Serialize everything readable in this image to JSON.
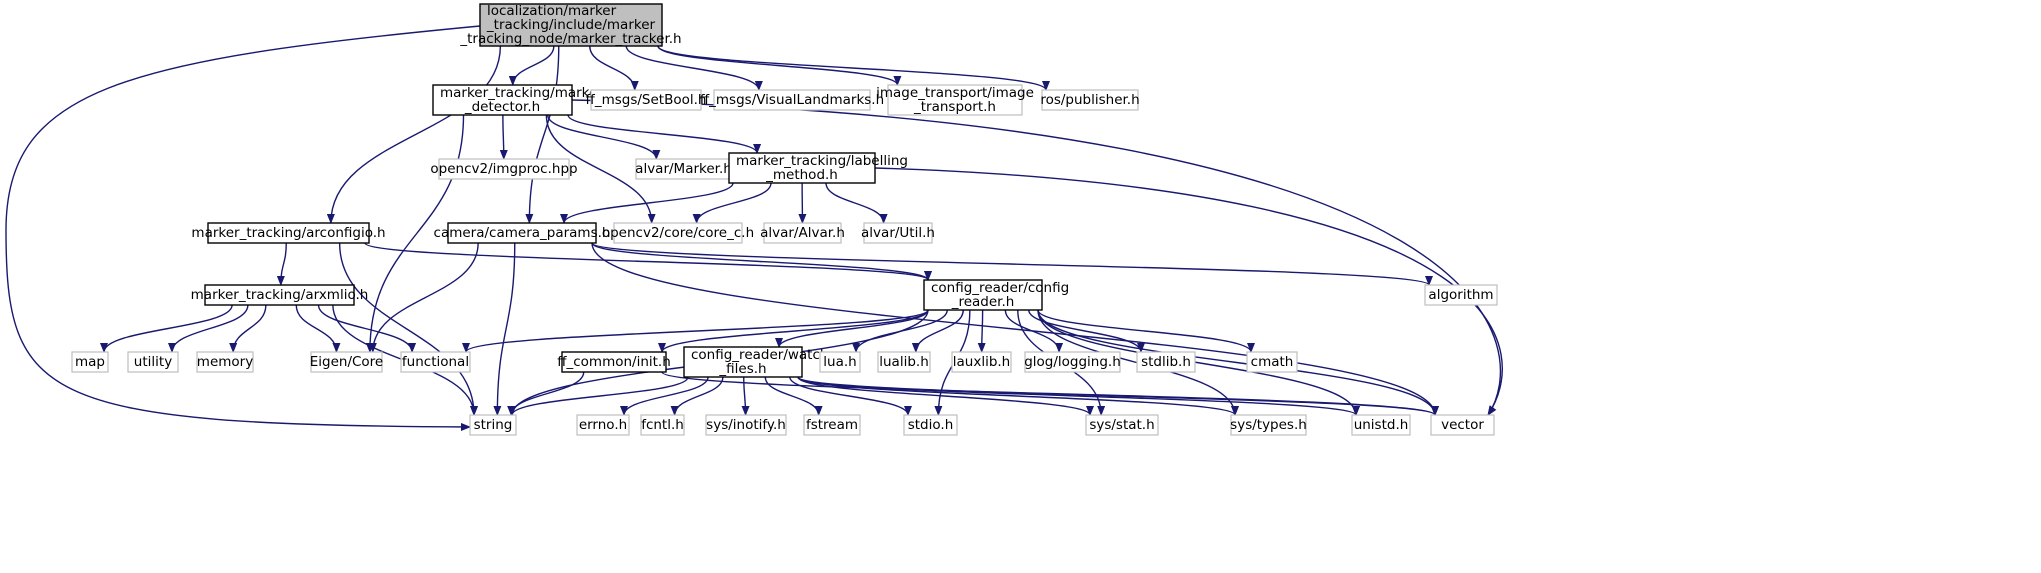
{
  "diagram": {
    "type": "include-dependency-graph",
    "nodes": [
      {
        "id": "root",
        "lines": [
          "localization/marker",
          "_tracking/include/marker",
          "_tracking_node/marker_tracker.h"
        ],
        "style": "root"
      },
      {
        "id": "detector",
        "lines": [
          "marker_tracking/marker",
          "_detector.h"
        ],
        "style": "bold"
      },
      {
        "id": "setbool",
        "lines": [
          "ff_msgs/SetBool.h"
        ],
        "style": "light"
      },
      {
        "id": "visland",
        "lines": [
          "ff_msgs/VisualLandmarks.h"
        ],
        "style": "light"
      },
      {
        "id": "imgtrans",
        "lines": [
          "image_transport/image",
          "_transport.h"
        ],
        "style": "light"
      },
      {
        "id": "rospub",
        "lines": [
          "ros/publisher.h"
        ],
        "style": "light"
      },
      {
        "id": "imgproc",
        "lines": [
          "opencv2/imgproc.hpp"
        ],
        "style": "light"
      },
      {
        "id": "marker",
        "lines": [
          "alvar/Marker.h"
        ],
        "style": "light"
      },
      {
        "id": "labelling",
        "lines": [
          "marker_tracking/labelling",
          "_method.h"
        ],
        "style": "bold"
      },
      {
        "id": "arconfigio",
        "lines": [
          "marker_tracking/arconfigio.h"
        ],
        "style": "bold"
      },
      {
        "id": "camparams",
        "lines": [
          "camera/camera_params.h"
        ],
        "style": "bold"
      },
      {
        "id": "corec",
        "lines": [
          "opencv2/core/core_c.h"
        ],
        "style": "light"
      },
      {
        "id": "alvar",
        "lines": [
          "alvar/Alvar.h"
        ],
        "style": "light"
      },
      {
        "id": "util",
        "lines": [
          "alvar/Util.h"
        ],
        "style": "light"
      },
      {
        "id": "algorithm",
        "lines": [
          "algorithm"
        ],
        "style": "light"
      },
      {
        "id": "arxmlio",
        "lines": [
          "marker_tracking/arxmlio.h"
        ],
        "style": "bold"
      },
      {
        "id": "configreader",
        "lines": [
          "config_reader/config",
          "_reader.h"
        ],
        "style": "bold"
      },
      {
        "id": "map",
        "lines": [
          "map"
        ],
        "style": "light"
      },
      {
        "id": "utility",
        "lines": [
          "utility"
        ],
        "style": "light"
      },
      {
        "id": "memory",
        "lines": [
          "memory"
        ],
        "style": "light"
      },
      {
        "id": "eigen",
        "lines": [
          "Eigen/Core"
        ],
        "style": "light"
      },
      {
        "id": "functional",
        "lines": [
          "functional"
        ],
        "style": "light"
      },
      {
        "id": "ffinit",
        "lines": [
          "ff_common/init.h"
        ],
        "style": "bold"
      },
      {
        "id": "watch",
        "lines": [
          "config_reader/watch",
          "_files.h"
        ],
        "style": "bold"
      },
      {
        "id": "lua",
        "lines": [
          "lua.h"
        ],
        "style": "light"
      },
      {
        "id": "lualib",
        "lines": [
          "lualib.h"
        ],
        "style": "light"
      },
      {
        "id": "lauxlib",
        "lines": [
          "lauxlib.h"
        ],
        "style": "light"
      },
      {
        "id": "glog",
        "lines": [
          "glog/logging.h"
        ],
        "style": "light"
      },
      {
        "id": "stdlib",
        "lines": [
          "stdlib.h"
        ],
        "style": "light"
      },
      {
        "id": "cmath",
        "lines": [
          "cmath"
        ],
        "style": "light"
      },
      {
        "id": "string",
        "lines": [
          "string"
        ],
        "style": "light"
      },
      {
        "id": "errno",
        "lines": [
          "errno.h"
        ],
        "style": "light"
      },
      {
        "id": "fcntl",
        "lines": [
          "fcntl.h"
        ],
        "style": "light"
      },
      {
        "id": "inotify",
        "lines": [
          "sys/inotify.h"
        ],
        "style": "light"
      },
      {
        "id": "fstream",
        "lines": [
          "fstream"
        ],
        "style": "light"
      },
      {
        "id": "stdio",
        "lines": [
          "stdio.h"
        ],
        "style": "light"
      },
      {
        "id": "sysstat",
        "lines": [
          "sys/stat.h"
        ],
        "style": "light"
      },
      {
        "id": "systypes",
        "lines": [
          "sys/types.h"
        ],
        "style": "light"
      },
      {
        "id": "unistd",
        "lines": [
          "unistd.h"
        ],
        "style": "light"
      },
      {
        "id": "vector",
        "lines": [
          "vector"
        ],
        "style": "light"
      }
    ],
    "edges": [
      [
        "root",
        "string"
      ],
      [
        "root",
        "arconfigio"
      ],
      [
        "root",
        "camparams"
      ],
      [
        "root",
        "detector"
      ],
      [
        "root",
        "setbool"
      ],
      [
        "root",
        "visland"
      ],
      [
        "root",
        "imgtrans"
      ],
      [
        "root",
        "rospub"
      ],
      [
        "detector",
        "eigen"
      ],
      [
        "detector",
        "imgproc"
      ],
      [
        "detector",
        "marker"
      ],
      [
        "detector",
        "corec"
      ],
      [
        "detector",
        "labelling"
      ],
      [
        "detector",
        "vector"
      ],
      [
        "labelling",
        "camparams"
      ],
      [
        "labelling",
        "corec"
      ],
      [
        "labelling",
        "alvar"
      ],
      [
        "labelling",
        "util"
      ],
      [
        "labelling",
        "vector"
      ],
      [
        "arconfigio",
        "arxmlio"
      ],
      [
        "arconfigio",
        "string"
      ],
      [
        "arconfigio",
        "configreader"
      ],
      [
        "camparams",
        "eigen"
      ],
      [
        "camparams",
        "string"
      ],
      [
        "camparams",
        "configreader"
      ],
      [
        "camparams",
        "algorithm"
      ],
      [
        "camparams",
        "vector"
      ],
      [
        "arxmlio",
        "map"
      ],
      [
        "arxmlio",
        "utility"
      ],
      [
        "arxmlio",
        "memory"
      ],
      [
        "arxmlio",
        "eigen"
      ],
      [
        "arxmlio",
        "functional"
      ],
      [
        "arxmlio",
        "string"
      ],
      [
        "configreader",
        "functional"
      ],
      [
        "configreader",
        "string"
      ],
      [
        "configreader",
        "ffinit"
      ],
      [
        "configreader",
        "watch"
      ],
      [
        "configreader",
        "lua"
      ],
      [
        "configreader",
        "lualib"
      ],
      [
        "configreader",
        "lauxlib"
      ],
      [
        "configreader",
        "glog"
      ],
      [
        "configreader",
        "stdlib"
      ],
      [
        "configreader",
        "cmath"
      ],
      [
        "configreader",
        "stdio"
      ],
      [
        "configreader",
        "sysstat"
      ],
      [
        "configreader",
        "systypes"
      ],
      [
        "configreader",
        "unistd"
      ],
      [
        "configreader",
        "vector"
      ],
      [
        "ffinit",
        "string"
      ],
      [
        "ffinit",
        "vector"
      ],
      [
        "watch",
        "string"
      ],
      [
        "watch",
        "errno"
      ],
      [
        "watch",
        "fcntl"
      ],
      [
        "watch",
        "inotify"
      ],
      [
        "watch",
        "fstream"
      ],
      [
        "watch",
        "stdio"
      ],
      [
        "watch",
        "sysstat"
      ],
      [
        "watch",
        "systypes"
      ],
      [
        "watch",
        "unistd"
      ],
      [
        "watch",
        "vector"
      ]
    ]
  }
}
